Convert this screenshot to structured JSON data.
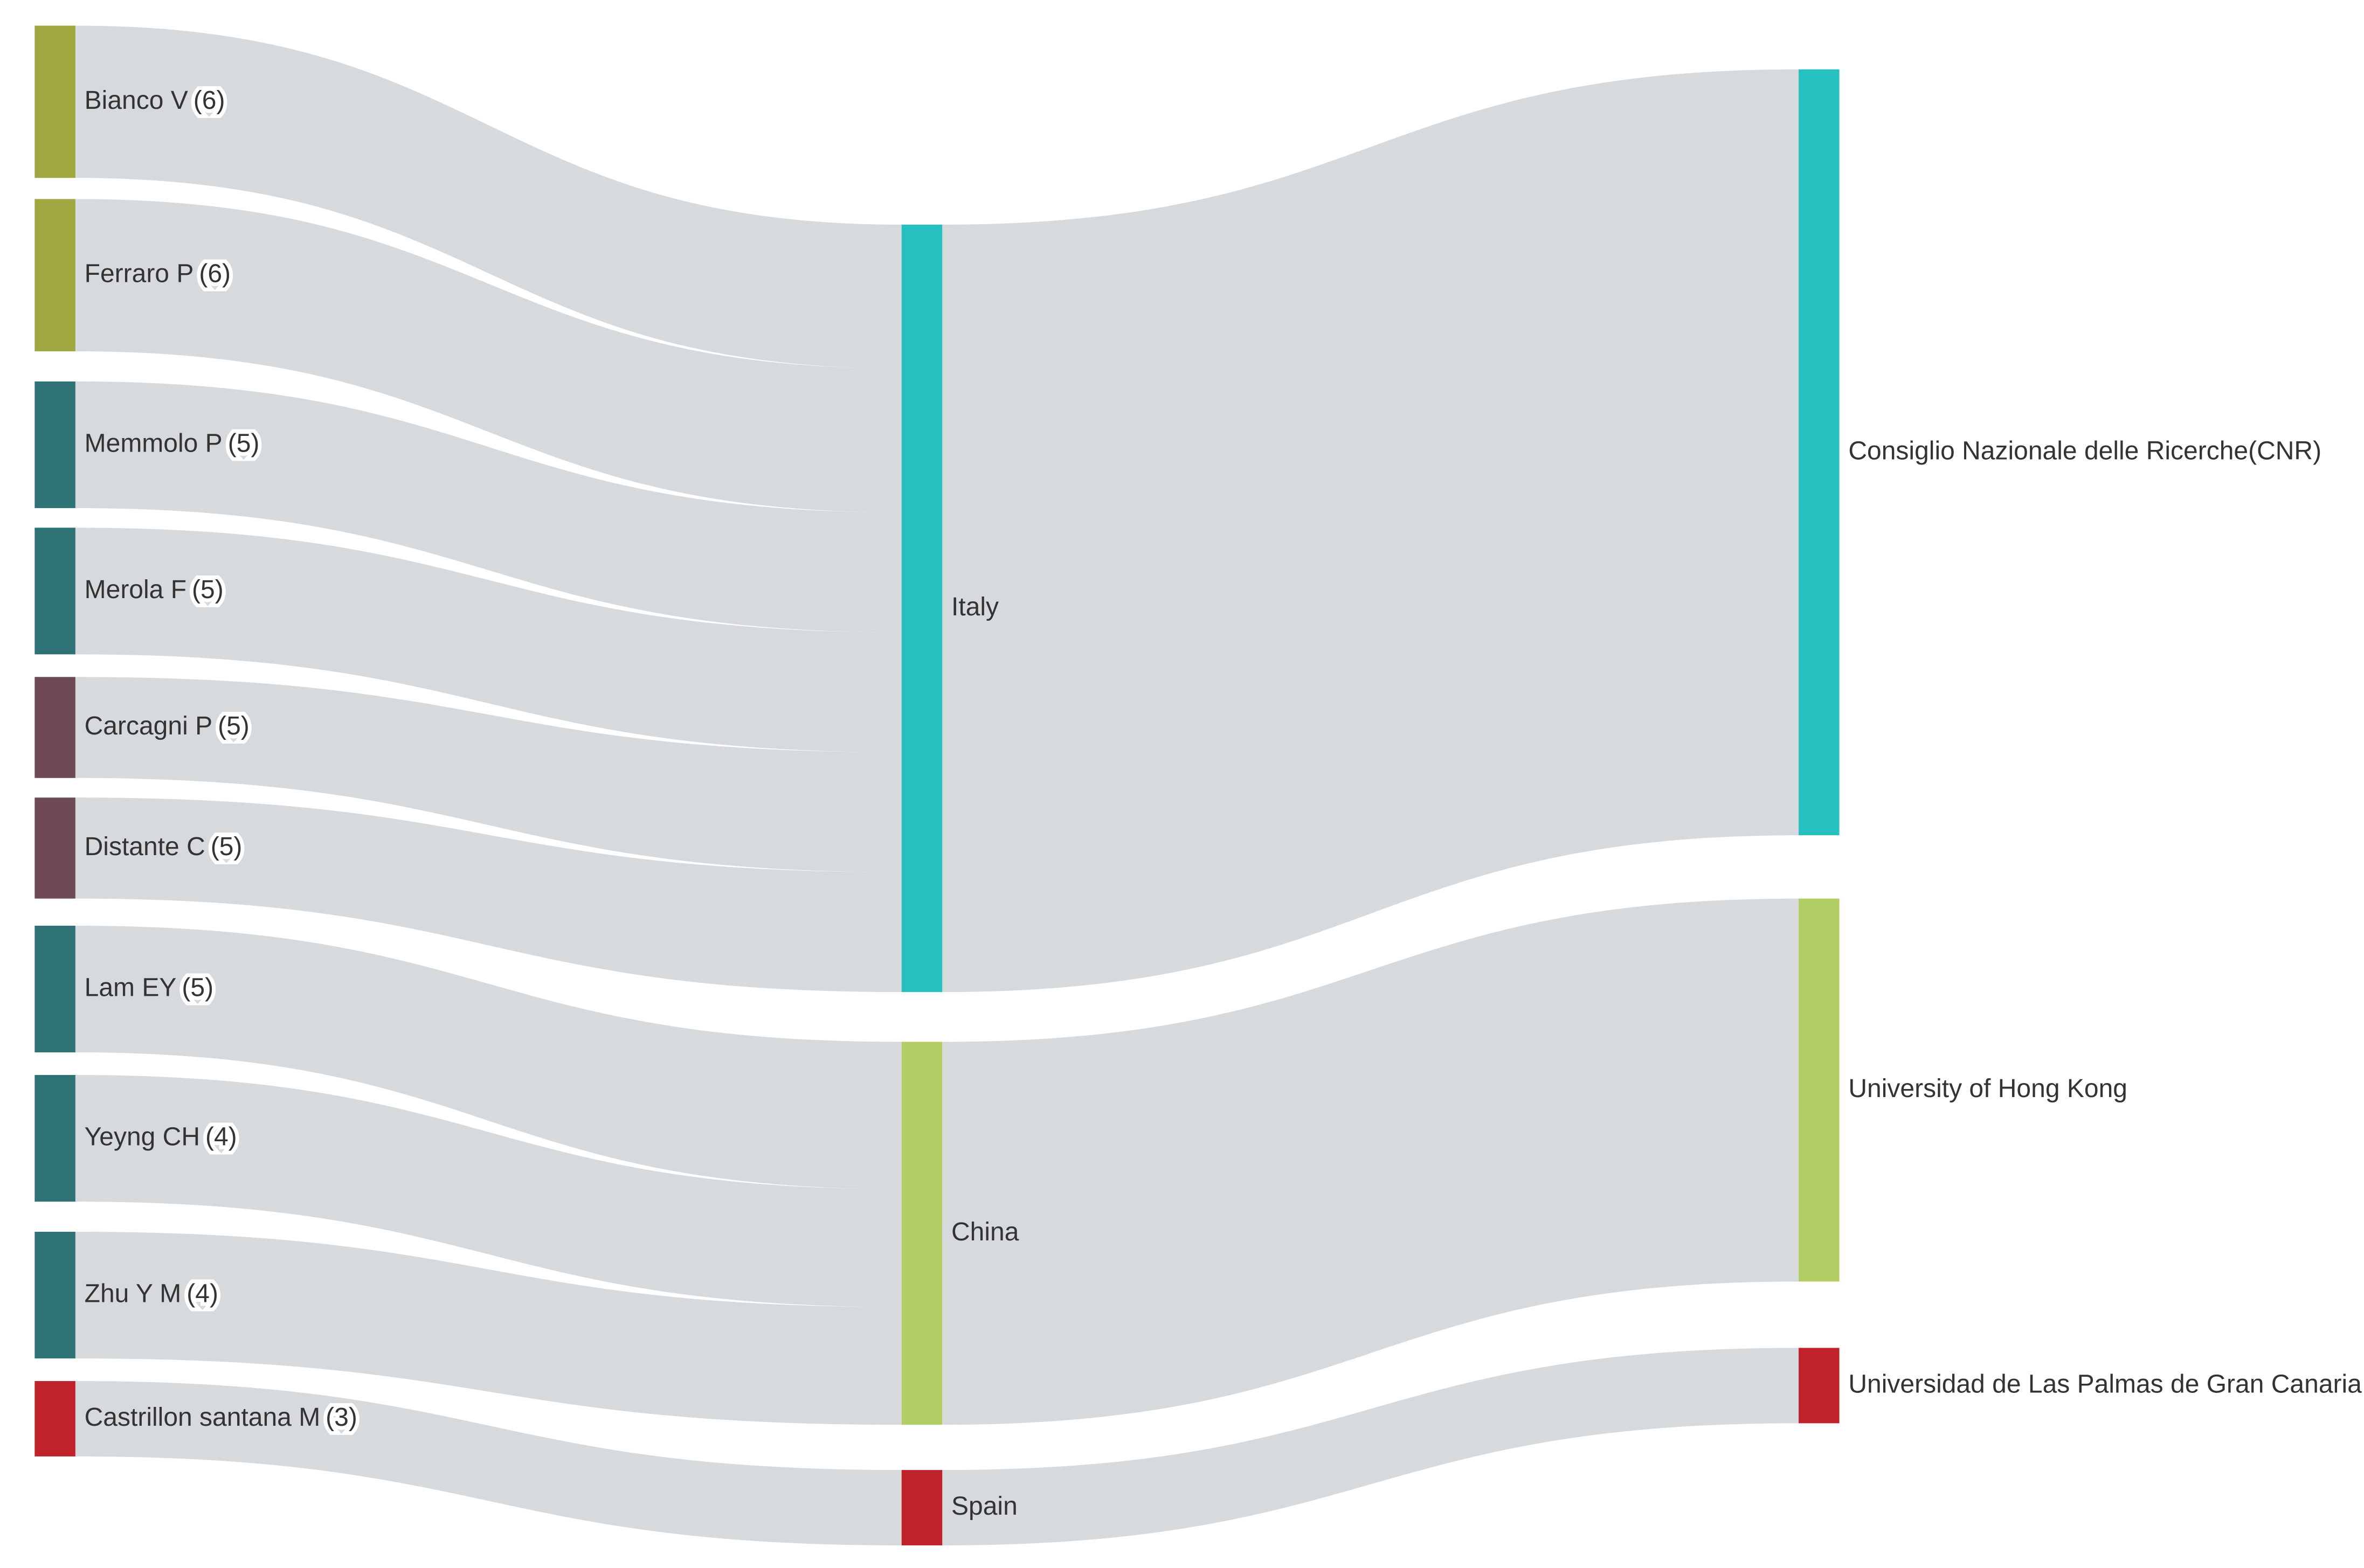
{
  "colors": {
    "flow": "#d6dadc",
    "olive": "#a0a640",
    "teal_dark": "#2e7275",
    "mauve": "#6e4a55",
    "red": "#c0222c",
    "cyan": "#27c0c1",
    "lime": "#b1cd63"
  },
  "nodes": [
    {
      "id": "bianco",
      "label": "Bianco V",
      "count": "(6)",
      "column": 0,
      "color": "#a0a640"
    },
    {
      "id": "ferraro",
      "label": "Ferraro P",
      "count": "(6)",
      "column": 0,
      "color": "#a0a640"
    },
    {
      "id": "memmolo",
      "label": "Memmolo P",
      "count": "(5)",
      "column": 0,
      "color": "#2e7275"
    },
    {
      "id": "merola",
      "label": "Merola F",
      "count": "(5)",
      "column": 0,
      "color": "#2e7275"
    },
    {
      "id": "carcagni",
      "label": "Carcagni P",
      "count": "(5)",
      "column": 0,
      "color": "#6e4a55"
    },
    {
      "id": "distante",
      "label": "Distante C",
      "count": "(5)",
      "column": 0,
      "color": "#6e4a55"
    },
    {
      "id": "lam",
      "label": "Lam EY",
      "count": "(5)",
      "column": 0,
      "color": "#2e7275"
    },
    {
      "id": "yeyng",
      "label": "Yeyng CH",
      "count": "(4)",
      "column": 0,
      "color": "#2e7275"
    },
    {
      "id": "zhu",
      "label": "Zhu Y M",
      "count": "(4)",
      "column": 0,
      "color": "#2e7275"
    },
    {
      "id": "castrillon",
      "label": "Castrillon santana M",
      "count": "(3)",
      "column": 0,
      "color": "#c0222c"
    },
    {
      "id": "italy",
      "label": "Italy",
      "column": 1,
      "color": "#27c0c1"
    },
    {
      "id": "china",
      "label": "China",
      "column": 1,
      "color": "#b1cd63"
    },
    {
      "id": "spain",
      "label": "Spain",
      "column": 1,
      "color": "#c0222c"
    },
    {
      "id": "cnr",
      "label": "Consiglio Nazionale delle Ricerche(CNR)",
      "column": 2,
      "color": "#27c0c1"
    },
    {
      "id": "hku",
      "label": "University of Hong Kong",
      "column": 2,
      "color": "#b1cd63"
    },
    {
      "id": "ulpgc",
      "label": "Universidad de Las Palmas de Gran Canaria",
      "column": 2,
      "color": "#c0222c"
    }
  ],
  "links": [
    {
      "source": "bianco",
      "target": "italy",
      "value": 6
    },
    {
      "source": "ferraro",
      "target": "italy",
      "value": 6
    },
    {
      "source": "memmolo",
      "target": "italy",
      "value": 5
    },
    {
      "source": "merola",
      "target": "italy",
      "value": 5
    },
    {
      "source": "carcagni",
      "target": "italy",
      "value": 5
    },
    {
      "source": "distante",
      "target": "italy",
      "value": 5
    },
    {
      "source": "lam",
      "target": "china",
      "value": 5
    },
    {
      "source": "yeyng",
      "target": "china",
      "value": 4
    },
    {
      "source": "zhu",
      "target": "china",
      "value": 4
    },
    {
      "source": "castrillon",
      "target": "spain",
      "value": 3
    },
    {
      "source": "italy",
      "target": "cnr",
      "value": 32
    },
    {
      "source": "china",
      "target": "hku",
      "value": 13
    },
    {
      "source": "spain",
      "target": "ulpgc",
      "value": 3
    }
  ]
}
